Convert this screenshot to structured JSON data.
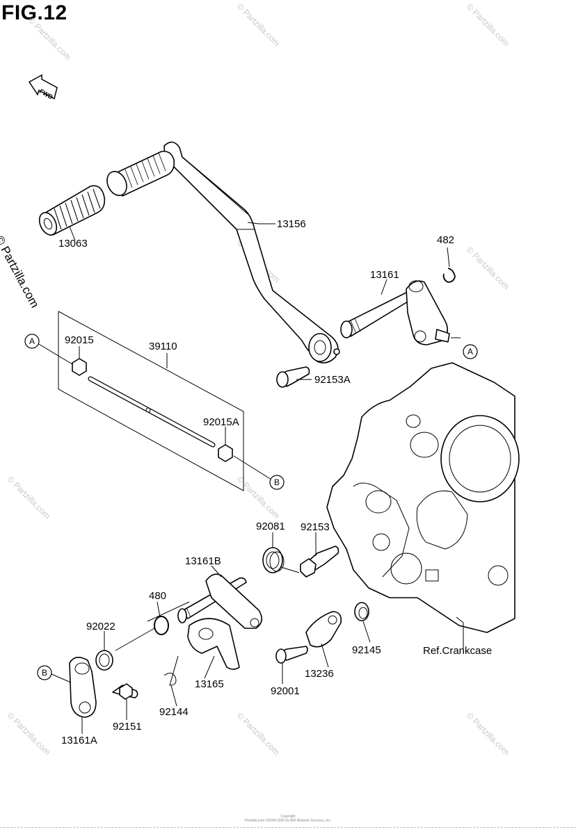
{
  "title": "FIG.12",
  "fwd_label": "FWD",
  "copyright_vertical": "© Partzilla.com",
  "watermark": "© Partzilla.com",
  "parts": {
    "p13156": "13156",
    "p13063": "13063",
    "p482": "482",
    "p13161": "13161",
    "p92015": "92015",
    "p39110": "39110",
    "p92153A": "92153A",
    "p92015A": "92015A",
    "p92081": "92081",
    "p92153": "92153",
    "p13161B": "13161B",
    "p480": "480",
    "p92022": "92022",
    "p92145": "92145",
    "p13236": "13236",
    "p13165": "13165",
    "p92001": "92001",
    "p92144": "92144",
    "p92151": "92151",
    "p13161A": "13161A",
    "ref_crankcase": "Ref.Crankcase"
  },
  "connectors": {
    "a": "A",
    "b": "B"
  },
  "footer": {
    "line1": "Copyright",
    "line2": "Partzilla.com ©2004-2025 by ARI Network Services, Inc."
  }
}
